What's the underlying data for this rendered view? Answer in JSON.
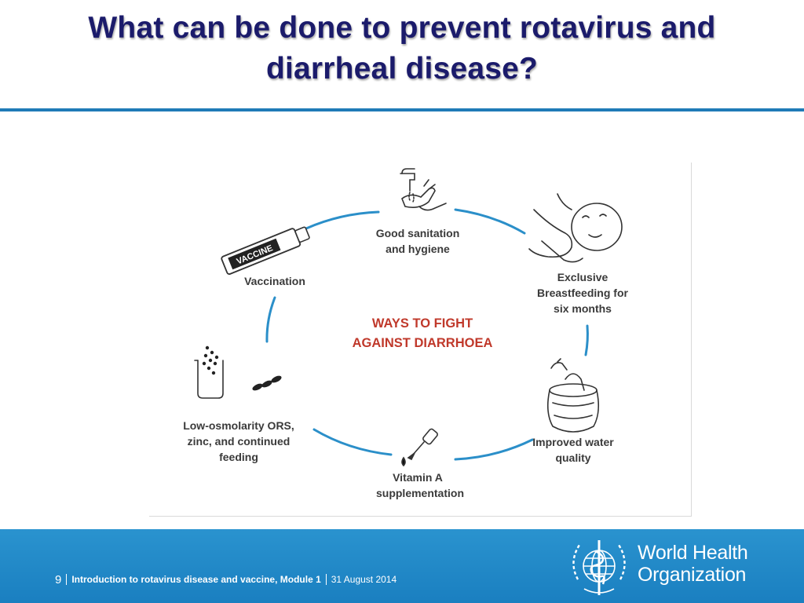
{
  "slide": {
    "title_line1": "What can be done to prevent rotavirus and",
    "title_line2": "diarrheal disease?"
  },
  "diagram": {
    "center_line1": "WAYS TO FIGHT",
    "center_line2": "AGAINST DIARRHOEA",
    "items": [
      {
        "lines": [
          "Good sanitation",
          "and hygiene"
        ],
        "icon": "faucet-hands-icon"
      },
      {
        "lines": [
          "Exclusive",
          "Breastfeeding for",
          "six months"
        ],
        "icon": "breastfeeding-icon"
      },
      {
        "lines": [
          "Improved water",
          "quality"
        ],
        "icon": "water-jar-icon"
      },
      {
        "lines": [
          "Vitamin A",
          "supplementation"
        ],
        "icon": "dropper-icon"
      },
      {
        "lines": [
          "Low-osmolarity ORS,",
          "zinc, and continued",
          "feeding"
        ],
        "icon": "ors-beaker-icon"
      },
      {
        "lines": [
          "Vaccination"
        ],
        "icon": "vaccine-tube-icon"
      }
    ],
    "vaccine_tube_text": "VACCINE",
    "colors": {
      "arc": "#2b8fc9",
      "center_text": "#c0392b",
      "label_text": "#3a3a3a"
    }
  },
  "footer": {
    "page_number": "9",
    "module": "Introduction to rotavirus disease and vaccine, Module 1",
    "date": "31 August 2014",
    "org_line1": "World Health",
    "org_line2": "Organization"
  },
  "colors": {
    "title": "#1b1b6b",
    "rule": "#1f7bb7",
    "footer_bg": "#1a7fc0"
  }
}
